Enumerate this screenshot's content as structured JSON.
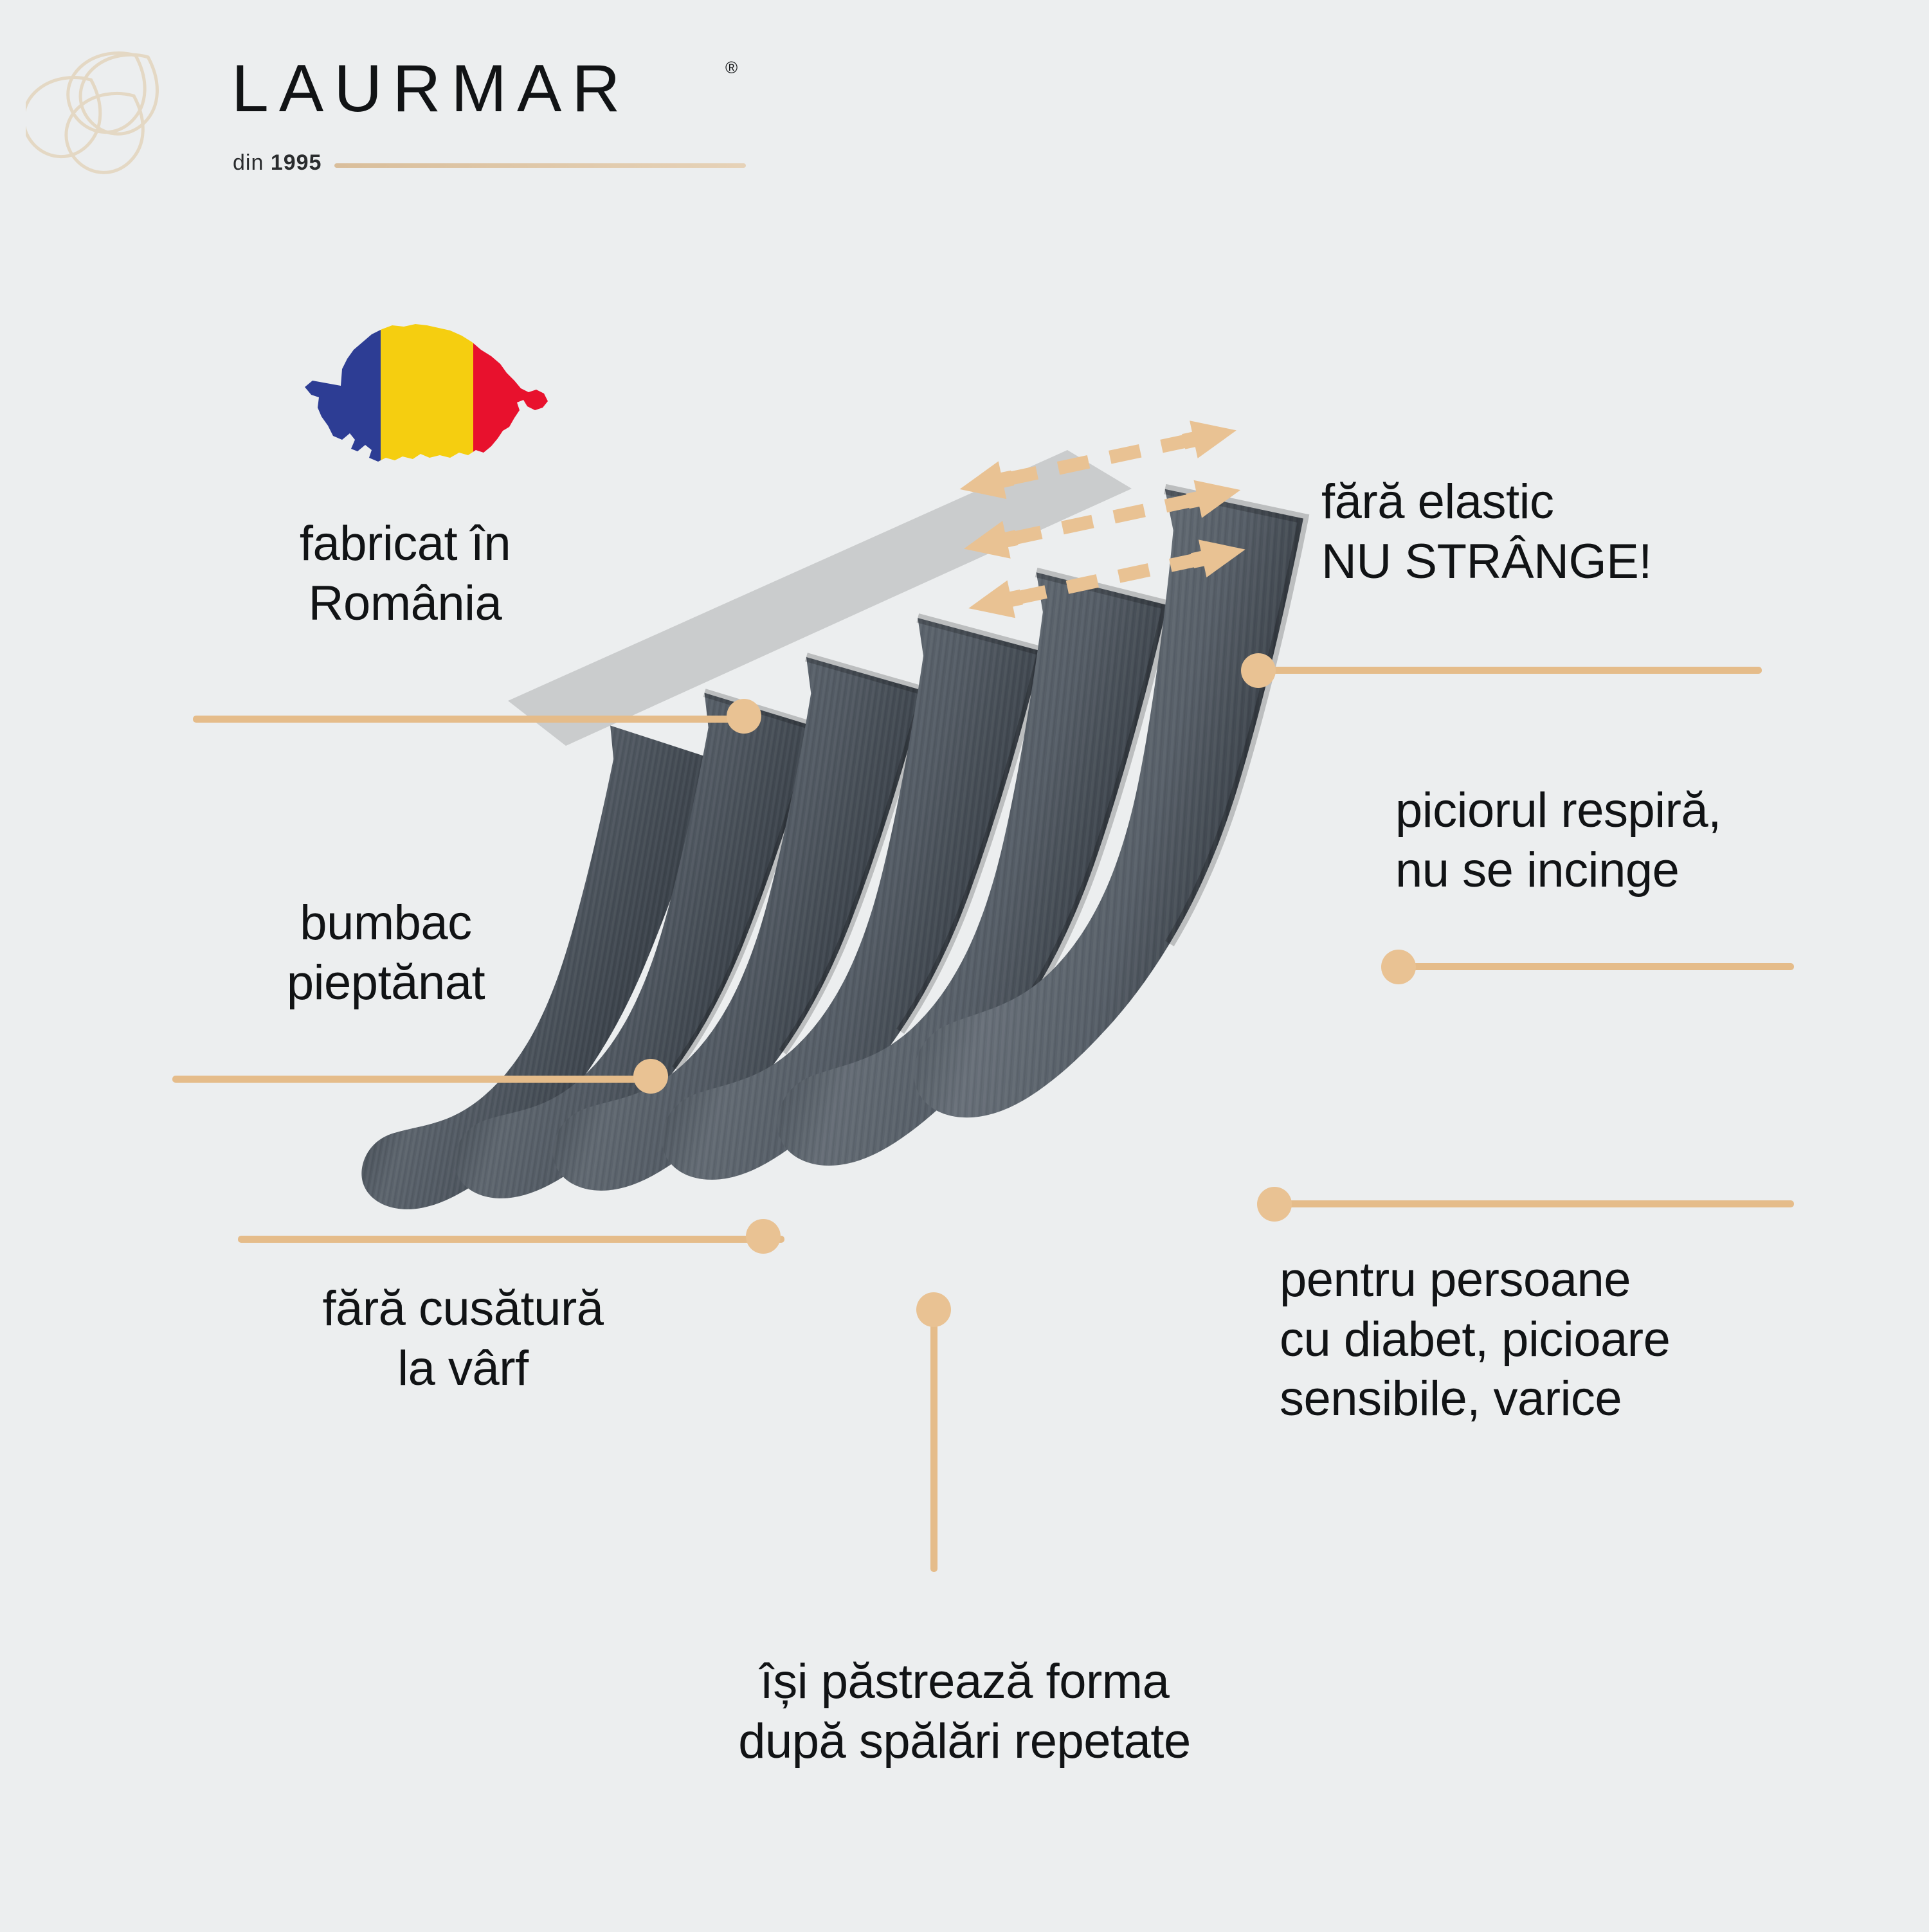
{
  "background_color": "#ECEEEF",
  "accent_color": "#E5BC8A",
  "text_color": "#111315",
  "sock_color": "#4E5660",
  "brand": {
    "name": "LAURMAR",
    "trademark_symbol": "®",
    "since_prefix": "din",
    "since_year": "1995",
    "logo_icon": "interlaced-knot-logo"
  },
  "flag": {
    "icon": "romania-map-flag-icon",
    "colors": {
      "blue": "#2D3D94",
      "yellow": "#F5CE10",
      "red": "#E8112D"
    }
  },
  "product": {
    "icon": "sock-fan-icon",
    "count": 6,
    "color_name": "gri inchis"
  },
  "callouts": [
    {
      "id": "fabricat-romania",
      "side": "left",
      "lines": [
        "fabricat în",
        "România"
      ]
    },
    {
      "id": "bumbac-pieptanat",
      "side": "left",
      "lines": [
        "bumbac",
        "pieptănat"
      ]
    },
    {
      "id": "fara-cusatura",
      "side": "left",
      "lines": [
        "fără cusătură",
        "la vârf"
      ]
    },
    {
      "id": "pastreaza-forma",
      "side": "center",
      "lines": [
        "își păstrează forma",
        "după spălări repetate"
      ]
    },
    {
      "id": "fara-elastic",
      "side": "right",
      "lines": [
        "fără elastic",
        "NU STRÂNGE!"
      ]
    },
    {
      "id": "piciorul-respira",
      "side": "right",
      "lines": [
        "piciorul respiră,",
        "nu se incinge"
      ]
    },
    {
      "id": "pentru-diabet",
      "side": "right",
      "lines": [
        "pentru persoane",
        "cu diabet, picioare",
        "sensibile, varice"
      ]
    }
  ],
  "stretch_arrows": {
    "icon": "double-headed-dashed-arrow",
    "count": 3,
    "meaning": "elasticitate fara strangere"
  }
}
